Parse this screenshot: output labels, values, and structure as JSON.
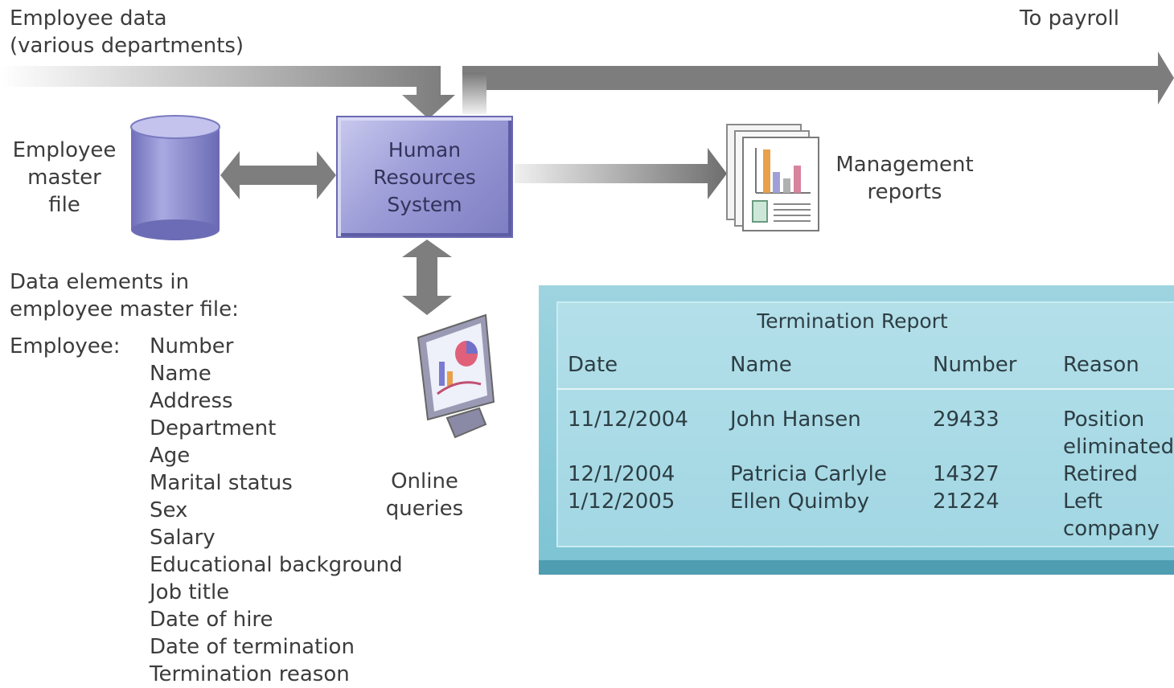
{
  "labels": {
    "employee_data": "Employee data\n(various departments)",
    "to_payroll": "To payroll",
    "employee_master_file": "Employee\nmaster\nfile",
    "hr_system": "Human\nResources\nSystem",
    "management_reports": "Management\nreports",
    "online_queries": "Online\nqueries",
    "data_elements_heading": "Data elements in\nemployee master file:",
    "employee_prefix": "Employee:"
  },
  "data_elements": [
    "Number",
    "Name",
    "Address",
    "Department",
    "Age",
    "Marital status",
    "Sex",
    "Salary",
    "Educational background",
    "Job title",
    "Date of hire",
    "Date of termination",
    "Termination reason"
  ],
  "report": {
    "title": "Termination Report",
    "columns": [
      "Date",
      "Name",
      "Number",
      "Reason"
    ],
    "rows": [
      {
        "date": "11/12/2004",
        "name": "John Hansen",
        "number": "29433",
        "reason": "Position\neliminated"
      },
      {
        "date": "12/1/2004",
        "name": "Patricia Carlyle",
        "number": "14327",
        "reason": "Retired"
      },
      {
        "date": "1/12/2005",
        "name": "Ellen Quimby",
        "number": "21224",
        "reason": "Left\ncompany"
      }
    ]
  },
  "colors": {
    "arrow_gray": "#8a8a8a",
    "hr_box": "#9c9cd8",
    "cylinder": "#8f8fd0",
    "report_teal": "#9ed4e0"
  }
}
